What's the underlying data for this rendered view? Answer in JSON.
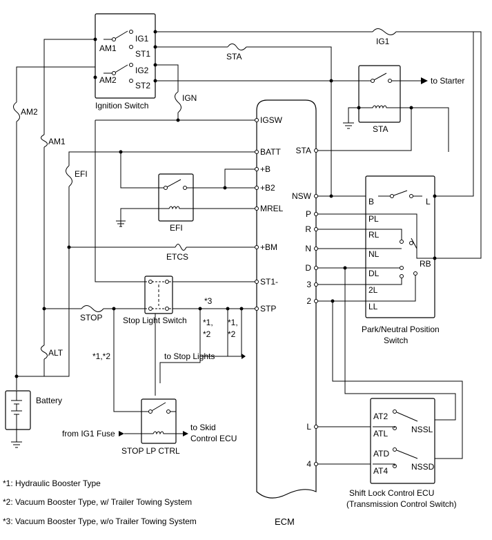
{
  "ignition_switch": {
    "title": "Ignition Switch",
    "am1": "AM1",
    "am2": "AM2",
    "ig1": "IG1",
    "st1": "ST1",
    "ig2": "IG2",
    "st2": "ST2"
  },
  "fuses": {
    "ig1": "IG1",
    "sta": "STA",
    "ign": "IGN",
    "am2": "AM2",
    "am1": "AM1",
    "efi": "EFI",
    "etcs": "ETCS",
    "stop": "STOP",
    "alt": "ALT"
  },
  "relays": {
    "sta": "STA",
    "efi": "EFI",
    "stop_lp_ctrl": "STOP LP CTRL",
    "stop_light_switch": "Stop Light Switch"
  },
  "labels": {
    "to_starter": "to Starter",
    "to_stop_lights": "to Stop Lights",
    "from_ig1_fuse": "from IG1 Fuse",
    "to_skid_1": "to Skid",
    "to_skid_2": "Control ECU",
    "battery": "Battery"
  },
  "marks": {
    "star3": "*3",
    "star1": "*1,",
    "star2": "*2",
    "star1_2": "*1,*2"
  },
  "ecm": {
    "title": "ECM",
    "left_pins": [
      "IGSW",
      "BATT",
      "+B",
      "+B2",
      "MREL",
      "+BM",
      "ST1-",
      "STP"
    ],
    "right_pins": [
      "STA",
      "NSW",
      "P",
      "R",
      "N",
      "D",
      "3",
      "2",
      "L",
      "4"
    ]
  },
  "pnp_switch": {
    "title_1": "Park/Neutral Position",
    "title_2": "Switch",
    "pins": [
      "B",
      "L",
      "PL",
      "RL",
      "NL",
      "DL",
      "2L",
      "LL",
      "RB"
    ]
  },
  "shift_lock": {
    "title_1": "Shift Lock Control ECU",
    "title_2": "(Transmission Control Switch)",
    "pins": [
      "AT2",
      "ATL",
      "ATD",
      "AT4",
      "NSSL",
      "NSSD"
    ]
  },
  "notes": [
    "*1: Hydraulic Booster Type",
    "*2: Vacuum Booster Type, w/ Trailer Towing System",
    "*3: Vacuum Booster Type, w/o Trailer Towing System"
  ]
}
